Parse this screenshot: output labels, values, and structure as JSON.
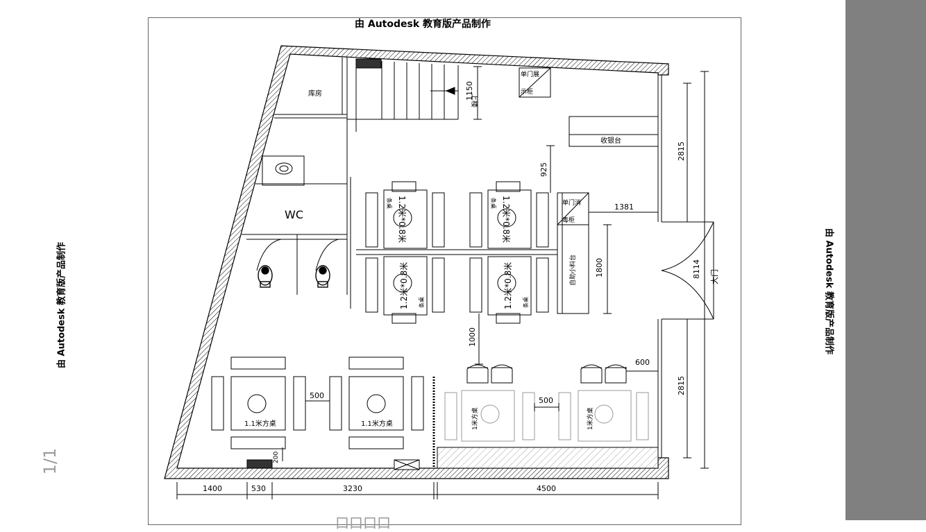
{
  "watermark": "由 Autodesk 教育版产品制作",
  "page_counter": "1/1",
  "bottom_caption": "口口口口",
  "rooms": {
    "storage": "库房",
    "wc": "WC",
    "cashier": "收银台",
    "self_service": "自助小料台",
    "main_door": "大门",
    "stair_up": "上楼",
    "display_cabinet_1": "单门展",
    "display_cabinet_2": "示柜",
    "disinfect_cabinet_1": "单门消",
    "disinfect_cabinet_2": "毒柜"
  },
  "tables": {
    "long_table": "1.2米*0.8米",
    "long_table_sub": "条桌",
    "square_11": "1.1米方桌",
    "square_1": "1米方桌"
  },
  "dimensions": {
    "d1150": "1150",
    "d925": "925",
    "d2815_top": "2815",
    "d1381": "1381",
    "d1800": "1800",
    "d8114": "8114",
    "d1000": "1000",
    "d600": "600",
    "d500_left": "500",
    "d500_right": "500",
    "d2815_bottom": "2815",
    "d200": "200",
    "b1400": "1400",
    "b530": "530",
    "b3230": "3230",
    "b4500": "4500"
  }
}
